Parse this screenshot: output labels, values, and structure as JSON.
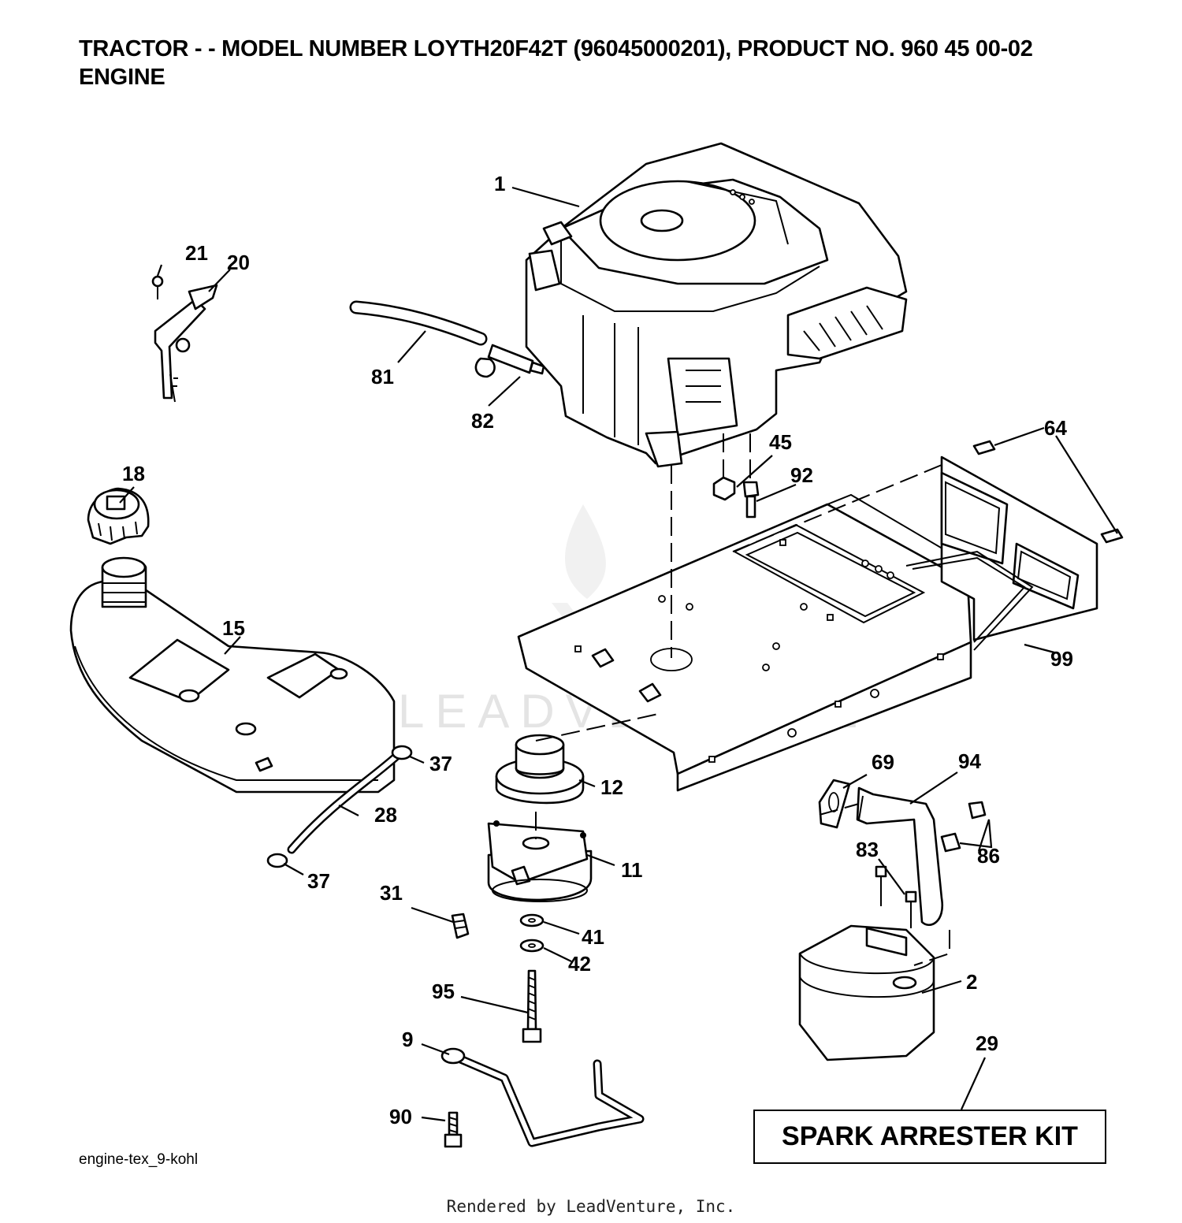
{
  "header": {
    "line1": "TRACTOR - - MODEL NUMBER LOYTH20F42T (96045000201), PRODUCT NO. 960 45 00-02",
    "line2": "ENGINE"
  },
  "callouts": {
    "c1": "1",
    "c2": "2",
    "c9": "9",
    "c11": "11",
    "c12": "12",
    "c15": "15",
    "c18": "18",
    "c20": "20",
    "c21": "21",
    "c28": "28",
    "c29": "29",
    "c31": "31",
    "c37a": "37",
    "c37b": "37",
    "c41": "41",
    "c42": "42",
    "c45": "45",
    "c64": "64",
    "c69": "69",
    "c81": "81",
    "c82": "82",
    "c83": "83",
    "c86": "86",
    "c90": "90",
    "c92": "92",
    "c94": "94",
    "c95": "95",
    "c99": "99"
  },
  "kit_label": "SPARK ARRESTER KIT",
  "drawing_code": "engine-tex_9-kohl",
  "watermark": "LEADVENTURE",
  "footer": "Rendered by LeadVenture, Inc."
}
